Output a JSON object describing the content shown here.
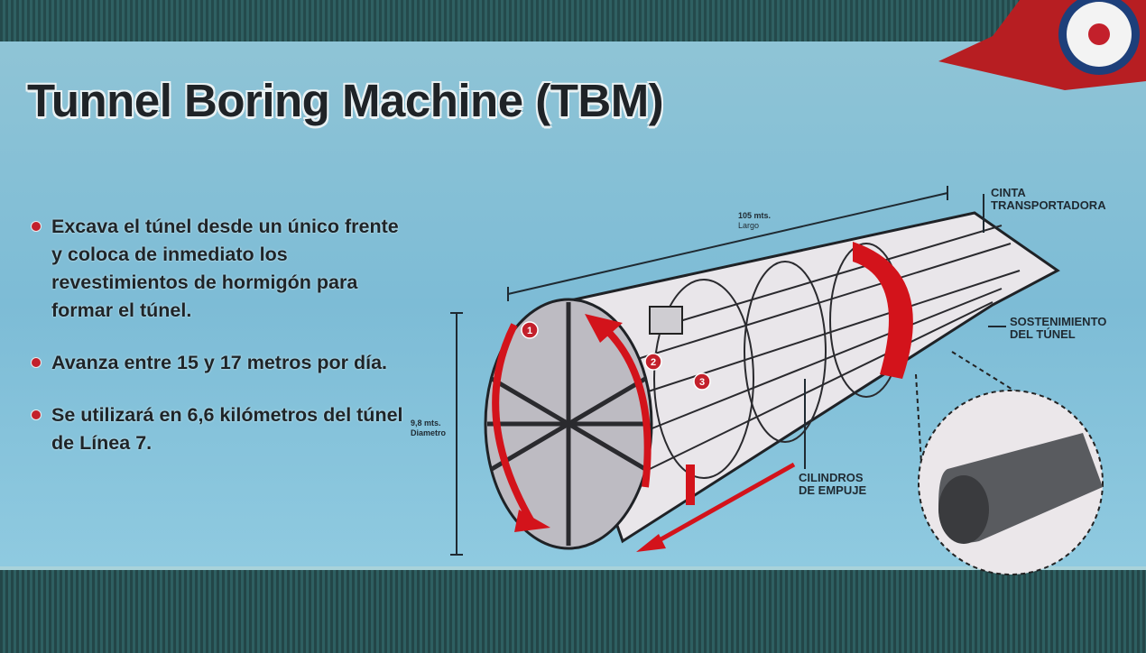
{
  "title": "Tunnel Boring Machine (TBM)",
  "bullets": [
    "Excava el túnel desde un único frente y coloca de inmediato los revestimientos de hormigón para formar el túnel.",
    "Avanza entre 15 y 17 metros por día.",
    "Se utilizará en 6,6 kilómetros del túnel de Línea 7."
  ],
  "diagram": {
    "length_value": "105 mts.",
    "length_label": "Largo",
    "diameter_value": "9,8 mts.",
    "diameter_label": "Diametro",
    "labels": {
      "cinta": "CINTA TRANSPORTADORA",
      "sostenimiento": "SOSTENIMIENTO DEL TÚNEL",
      "cilindros": "CILINDROS DE EMPUJE"
    },
    "markers": [
      "1",
      "2",
      "3"
    ]
  },
  "colors": {
    "accent_red": "#c3202b",
    "text_dark": "#1f2327",
    "poster_blue": "#86c1d8"
  }
}
